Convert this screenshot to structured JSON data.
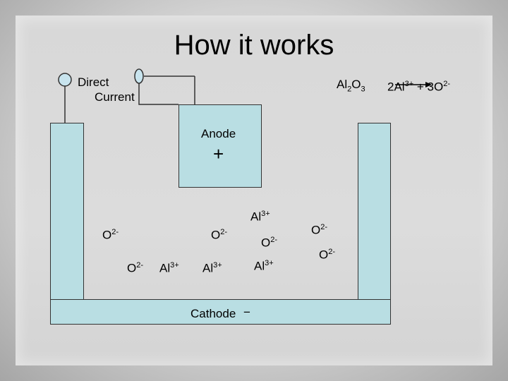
{
  "title": "How it works",
  "power": {
    "line1": "Direct",
    "line2": "Current"
  },
  "electrodes": {
    "anode_label": "Anode",
    "anode_sign": "+",
    "cathode_label": "Cathode",
    "cathode_sign": "−"
  },
  "equation": {
    "reactant_al": "Al",
    "reactant_sub1": "2",
    "reactant_o": "O",
    "reactant_sub2": "3",
    "product1": "2Al",
    "product1_charge": "3+",
    "plus": "+ 3O",
    "product2_charge": "2-"
  },
  "ions": [
    {
      "symbol": "Al",
      "charge": "3+"
    },
    {
      "symbol": "O",
      "charge": "2-"
    },
    {
      "symbol": "O",
      "charge": "2-"
    },
    {
      "symbol": "O",
      "charge": "2-"
    },
    {
      "symbol": "O",
      "charge": "2-"
    },
    {
      "symbol": "O",
      "charge": "2-"
    },
    {
      "symbol": "O",
      "charge": "2-"
    },
    {
      "symbol": "Al",
      "charge": "3+"
    },
    {
      "symbol": "Al",
      "charge": "3+"
    },
    {
      "symbol": "Al",
      "charge": "3+"
    }
  ],
  "colors": {
    "cell_fill": "#b9dee3",
    "terminal_fill": "#c8e4ee"
  }
}
